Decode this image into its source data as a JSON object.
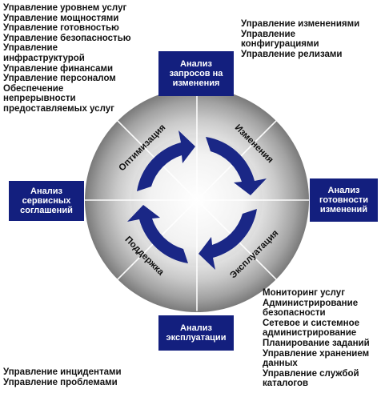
{
  "colors": {
    "box_fill": "#131f7e",
    "arrow_fill": "#1a2786",
    "ring_light": "#f4f4f4",
    "ring_dark": "#8a8a8a",
    "text": "#111111"
  },
  "phases": [
    "Оптимизация",
    "Изменения",
    "Эксплуатация",
    "Поддержка"
  ],
  "boxes": {
    "top": [
      "Анализ",
      "запросов на",
      "изменения"
    ],
    "right": [
      "Анализ",
      "готовности",
      "изменений"
    ],
    "bottom": [
      "Анализ",
      "эксплуатации"
    ],
    "left": [
      "Анализ",
      "сервисных",
      "соглашений"
    ]
  },
  "lists": {
    "top_left": [
      "Управление уровнем услуг",
      "Управление мощностями",
      "Управление готовностью",
      "Управление безопасностью",
      "Управление",
      "инфраструктурой",
      "Управление финансами",
      "Управление персоналом",
      "Обеспечение",
      "непрерывности",
      "предоставляемых услуг"
    ],
    "top_right": [
      "Управление изменениями",
      "Управление",
      "конфигурациями",
      "Управление релизами"
    ],
    "bottom_right": [
      "Мониторинг услуг",
      "Администрирование",
      "безопасности",
      "Сетевое и системное",
      "администрирование",
      "Планирование заданий",
      "Управление хранением",
      "данных",
      "Управление службой",
      "каталогов"
    ],
    "bottom_left": [
      "Управление инцидентами",
      "Управление проблемами"
    ]
  }
}
